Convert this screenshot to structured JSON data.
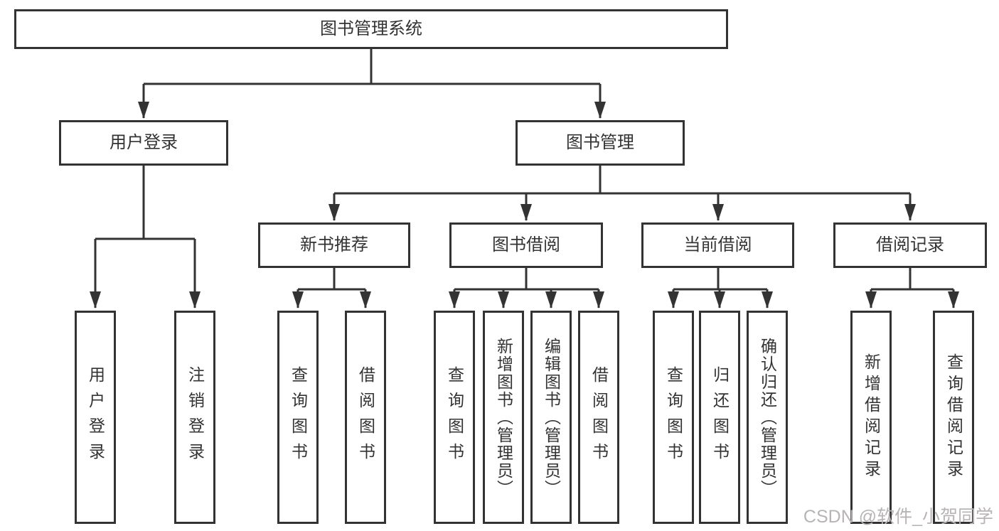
{
  "diagram": {
    "root": {
      "label": "图书管理系统"
    },
    "login": {
      "label": "用户登录",
      "children": [
        {
          "label": "用户登录"
        },
        {
          "label": "注销登录"
        }
      ]
    },
    "manage": {
      "label": "图书管理",
      "groups": [
        {
          "label": "新书推荐",
          "children": [
            {
              "label": "查询图书"
            },
            {
              "label": "借阅图书"
            }
          ]
        },
        {
          "label": "图书借阅",
          "children": [
            {
              "label": "查询图书"
            },
            {
              "label": "新增图书（管理员）"
            },
            {
              "label": "编辑图书（管理员）"
            },
            {
              "label": "借阅图书"
            }
          ]
        },
        {
          "label": "当前借阅",
          "children": [
            {
              "label": "查询图书"
            },
            {
              "label": "归还图书"
            },
            {
              "label": "确认归还（管理员）"
            }
          ]
        },
        {
          "label": "借阅记录",
          "children": [
            {
              "label": "新增借阅记录"
            },
            {
              "label": "查询借阅记录"
            }
          ]
        }
      ]
    },
    "watermark": "CSDN @软件_小贺同学",
    "colors": {
      "line": "#333333",
      "text": "#333333",
      "watermark": "#b8b4b4",
      "background": "#ffffff"
    }
  }
}
